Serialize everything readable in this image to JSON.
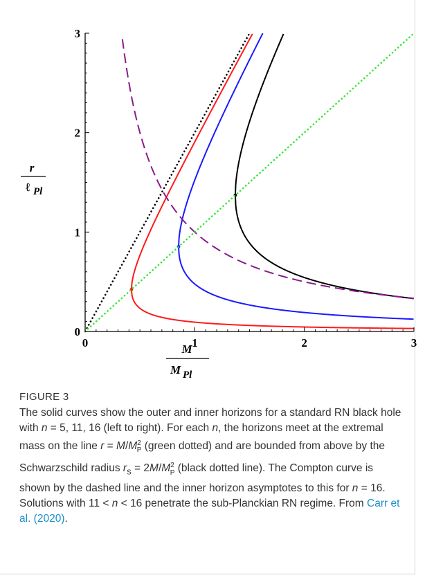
{
  "chart_data": {
    "type": "line",
    "xlabel_num": "M",
    "xlabel_den": "M",
    "xlabel_den_sub": "Pl",
    "ylabel_num": "r",
    "ylabel_den": "ℓ",
    "ylabel_den_sub": "Pl",
    "xlim": [
      0,
      3
    ],
    "ylim": [
      0,
      3
    ],
    "xticks": [
      "0",
      "1",
      "2",
      "3"
    ],
    "yticks": [
      "0",
      "1",
      "2",
      "3"
    ],
    "series": [
      {
        "style": "solid",
        "color": "#ff1a1a",
        "n": 5,
        "extremal": 0.4226
      },
      {
        "style": "solid",
        "color": "#1a1aff",
        "n": 11,
        "extremal": 0.8528
      },
      {
        "style": "solid",
        "color": "#000000",
        "n": 16,
        "extremal": 1.37
      },
      {
        "style": "dashed",
        "color": "#8b1a8b",
        "k": 1
      },
      {
        "style": "dotted",
        "color": "#000000",
        "slope": 2
      },
      {
        "style": "dotted",
        "color": "#33e633",
        "slope": 1
      }
    ]
  },
  "caption": {
    "label": "FIGURE 3",
    "t1": "The solid curves show the outer and inner horizons for a standard RN black hole with ",
    "n_sym": "n",
    "t2": " = 5, 11, 16 (left to right). For each ",
    "t3": ", the horizons meet at the extremal mass on the line ",
    "r_sym": "r",
    "t4": " = ",
    "M_sym": "M",
    "t5": "/",
    "t6": " (green dotted) and are bounded from above by the Schwarzschild radius ",
    "rs_sub": "S",
    "t7": " = 2",
    "t8": " (black dotted line). The Compton curve is shown by the dashed line and the inner horizon asymptotes to this for ",
    "t9": " = 16. Solutions with 11 < ",
    "t10": " < 16 penetrate the sub-Planckian RN regime. From ",
    "cite": "Carr et al. (2020)",
    "t11": ".",
    "mp": "M",
    "mp_sub": "P",
    "mp_sup": "2"
  }
}
